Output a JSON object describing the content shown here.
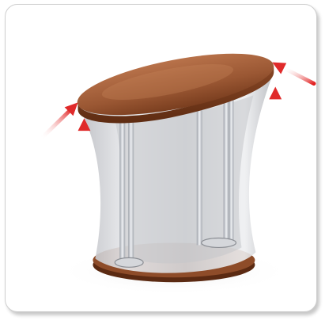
{
  "image": {
    "subject": "counter-table-with-stretch-fabric-sleeve",
    "colors": {
      "card_border": "#cfcfcf",
      "card_background": "#ffffff",
      "top_wood": "#a8623a",
      "top_wood_dark": "#6e3519",
      "fabric": "#d9dadd",
      "pole": "#c9ccd2",
      "arrow": "#e02a2a"
    },
    "arrows": [
      {
        "name": "arrow-left-pointing-to-top-edge"
      },
      {
        "name": "arrow-left-vertical-up"
      },
      {
        "name": "arrow-right-vertical-up"
      },
      {
        "name": "arrow-right-pointing-to-top-edge"
      }
    ]
  }
}
